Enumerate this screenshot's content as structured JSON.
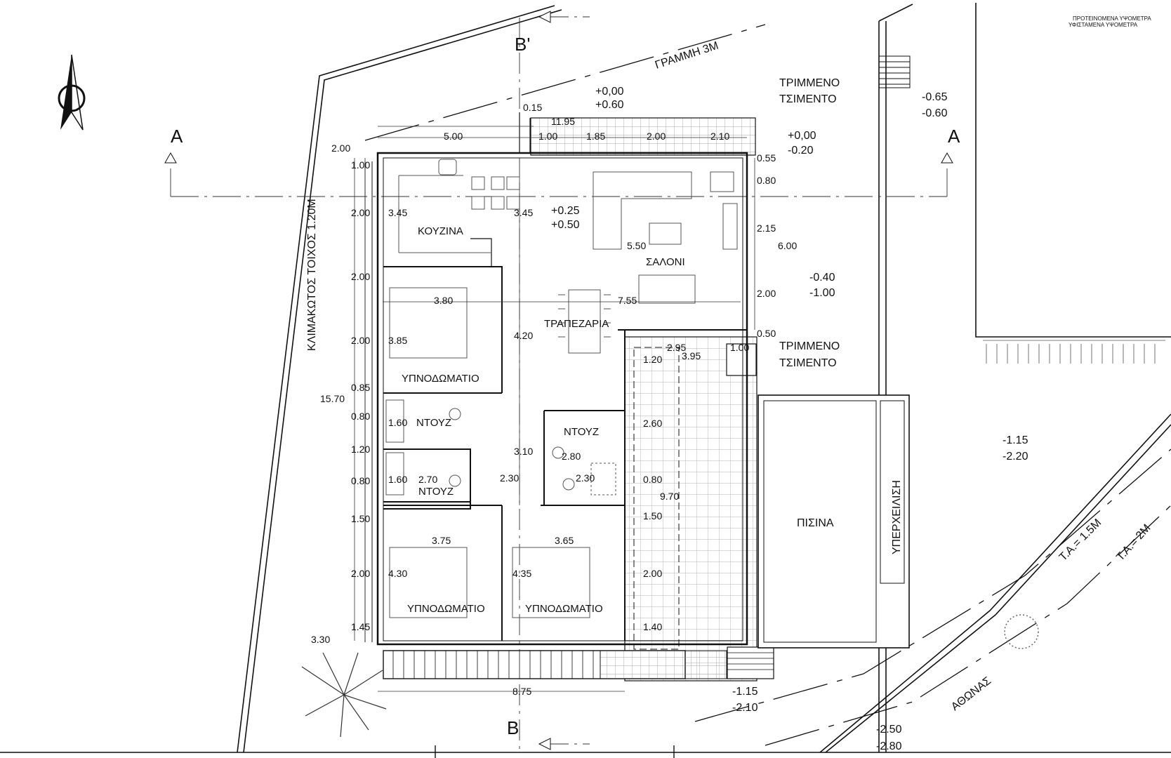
{
  "legend": {
    "proposed": "ΠΡΟΤΕΙΝΟΜΕΝΑ ΥΨΟΜΕΤΡΑ",
    "existing": "ΥΦΙΣΤΑΜΕΝΑ ΥΨΟΜΕΤΡΑ"
  },
  "sections": {
    "b_prime": "B'",
    "b": "B",
    "a_left": "A",
    "a_right": "A"
  },
  "site_labels": {
    "line_3m": "ΓΡΑΜΜΗ 3Μ",
    "stepped_wall": "ΚΛΙΜΑΚΩΤΟΣ ΤΟΙΧΟΣ 1.20Μ",
    "cement_top_1": "ΤΡΙΜΜΕΝΟ",
    "cement_top_2": "ΤΣΙΜΕΝΤΟ",
    "cement_mid_1": "ΤΡΙΜΜΕΝΟ",
    "cement_mid_2": "ΤΣΙΜΕΝΤΟ",
    "overflow": "ΥΠΕΡΧΕΙΛΙΣΗ",
    "pool": "ΠΙΣΙΝΑ",
    "road": "ΑΘΩΝΑΣ",
    "ta_15": "Τ.Α.= 1.5Μ",
    "ta_2": "Τ.Α.= 2Μ"
  },
  "rooms": {
    "kitchen": "ΚΟΥΖΙΝΑ",
    "living": "ΣΑΛΟΝΙ",
    "dining": "ΤΡΑΠΕΖΑΡΙΑ",
    "bedroom_1": "ΥΠΝΟΔΩΜΑΤΙΟ",
    "bedroom_2": "ΥΠΝΟΔΩΜΑΤΙΟ",
    "bedroom_3": "ΥΠΝΟΔΩΜΑΤΙΟ",
    "shower_1": "ΝΤΟΥΖ",
    "shower_2": "ΝΤΟΥΖ",
    "shower_3": "ΝΤΟΥΖ"
  },
  "levels": {
    "entrance_top": "+0,00",
    "entrance_bottom": "+0.60",
    "house_top": "+0.25",
    "house_bottom": "+0.50",
    "east_top": "+0,00",
    "east_bottom": "-0.20",
    "ne_top": "-0.65",
    "ne_bottom": "-0.60",
    "mid_top": "-0.40",
    "mid_bottom": "-1.00",
    "garden_top": "-1.15",
    "garden_bottom": "-2.20",
    "south_top": "-1.15",
    "south_bottom": "-2.10",
    "road_top": "-2.50",
    "road_bottom": "-2.80"
  },
  "dimensions": {
    "d_015": "0.15",
    "d_1195": "11.95",
    "d_500": "5.00",
    "d_100a": "1.00",
    "d_185": "1.85",
    "d_200a": "2.00",
    "d_210": "2.10",
    "d_200_w": "2.00",
    "d_100_w": "1.00",
    "d_200_w2": "2.00",
    "d_200_w3": "2.00",
    "d_200_w4": "2.00",
    "d_085": "0.85",
    "d_1570": "15.70",
    "d_080_w": "0.80",
    "d_120_w": "1.20",
    "d_080_w2": "0.80",
    "d_150_w": "1.50",
    "d_200_w5": "2.00",
    "d_145": "1.45",
    "d_330": "3.30",
    "d_345a": "3.45",
    "d_345b": "3.45",
    "d_550": "5.50",
    "d_380": "3.80",
    "d_755": "7.55",
    "d_385": "3.85",
    "d_420": "4.20",
    "d_160a": "1.60",
    "d_160b": "1.60",
    "d_270": "2.70",
    "d_310": "3.10",
    "d_280": "2.80",
    "d_230a": "2.30",
    "d_230b": "2.30",
    "d_375": "3.75",
    "d_365": "3.65",
    "d_430": "4.30",
    "d_435": "4.35",
    "d_875": "8.75",
    "d_055": "0.55",
    "d_080_e": "0.80",
    "d_215": "2.15",
    "d_600": "6.00",
    "d_200_e": "2.00",
    "d_050": "0.50",
    "d_295": "2.95",
    "d_100_e": "1.00",
    "d_120_t": "1.20",
    "d_395": "3.95",
    "d_260": "2.60",
    "d_080_t": "0.80",
    "d_970": "9.70",
    "d_150_t": "1.50",
    "d_200_t": "2.00",
    "d_140": "1.40"
  }
}
